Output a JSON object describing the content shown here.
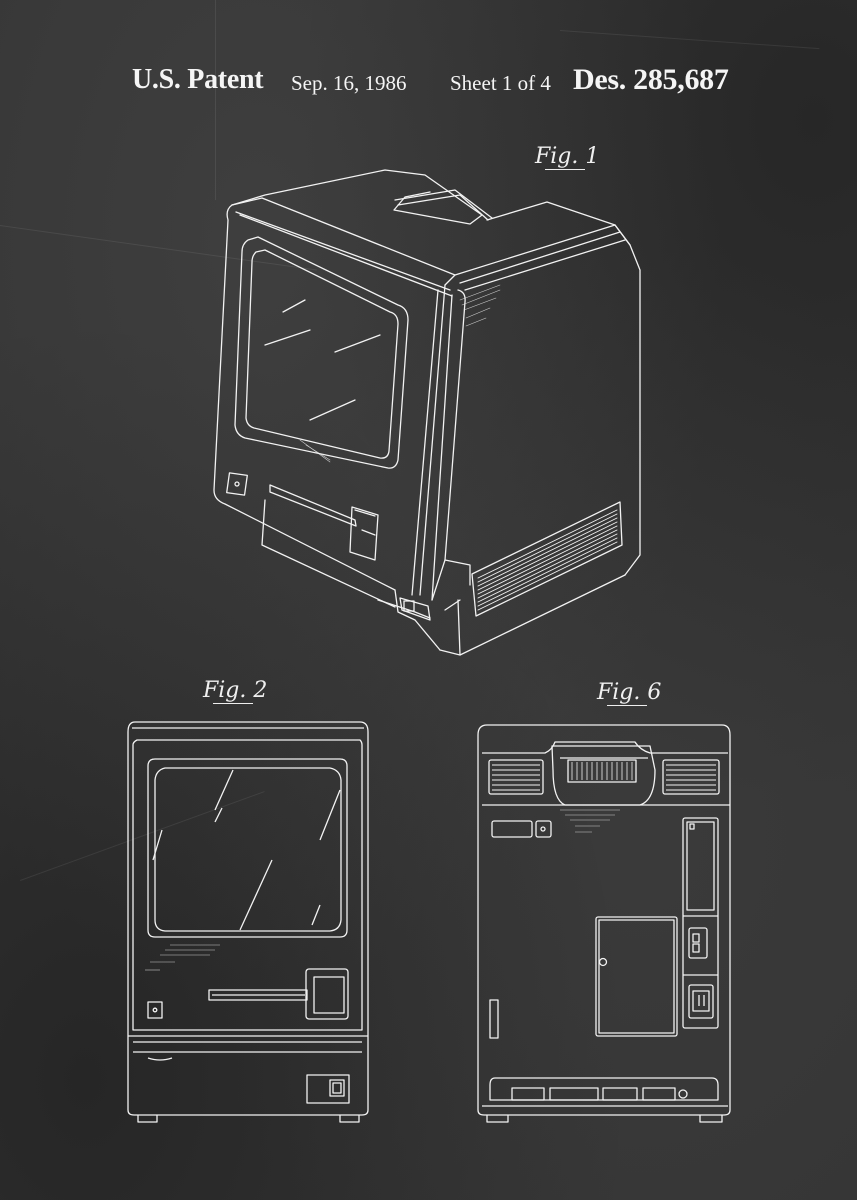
{
  "document": {
    "type": "patent drawing sheet",
    "style": "chalkboard",
    "background_color": "#353535",
    "line_color": "#f2f2f2"
  },
  "header": {
    "patent_label": "U.S. Patent",
    "date": "Sep. 16, 1986",
    "sheet": "Sheet 1 of 4",
    "patent_number": "Des. 285,687"
  },
  "figures": [
    {
      "id": "fig1",
      "label": "Fig. 1",
      "view": "perspective view of computer (front-right)"
    },
    {
      "id": "fig2",
      "label": "Fig. 2",
      "view": "front elevation view"
    },
    {
      "id": "fig6",
      "label": "Fig. 6",
      "view": "rear elevation view"
    }
  ],
  "fig_labels": {
    "fig1": "F ig. 1",
    "fig2": "F ig. 2",
    "fig6": "F ig.  6"
  }
}
